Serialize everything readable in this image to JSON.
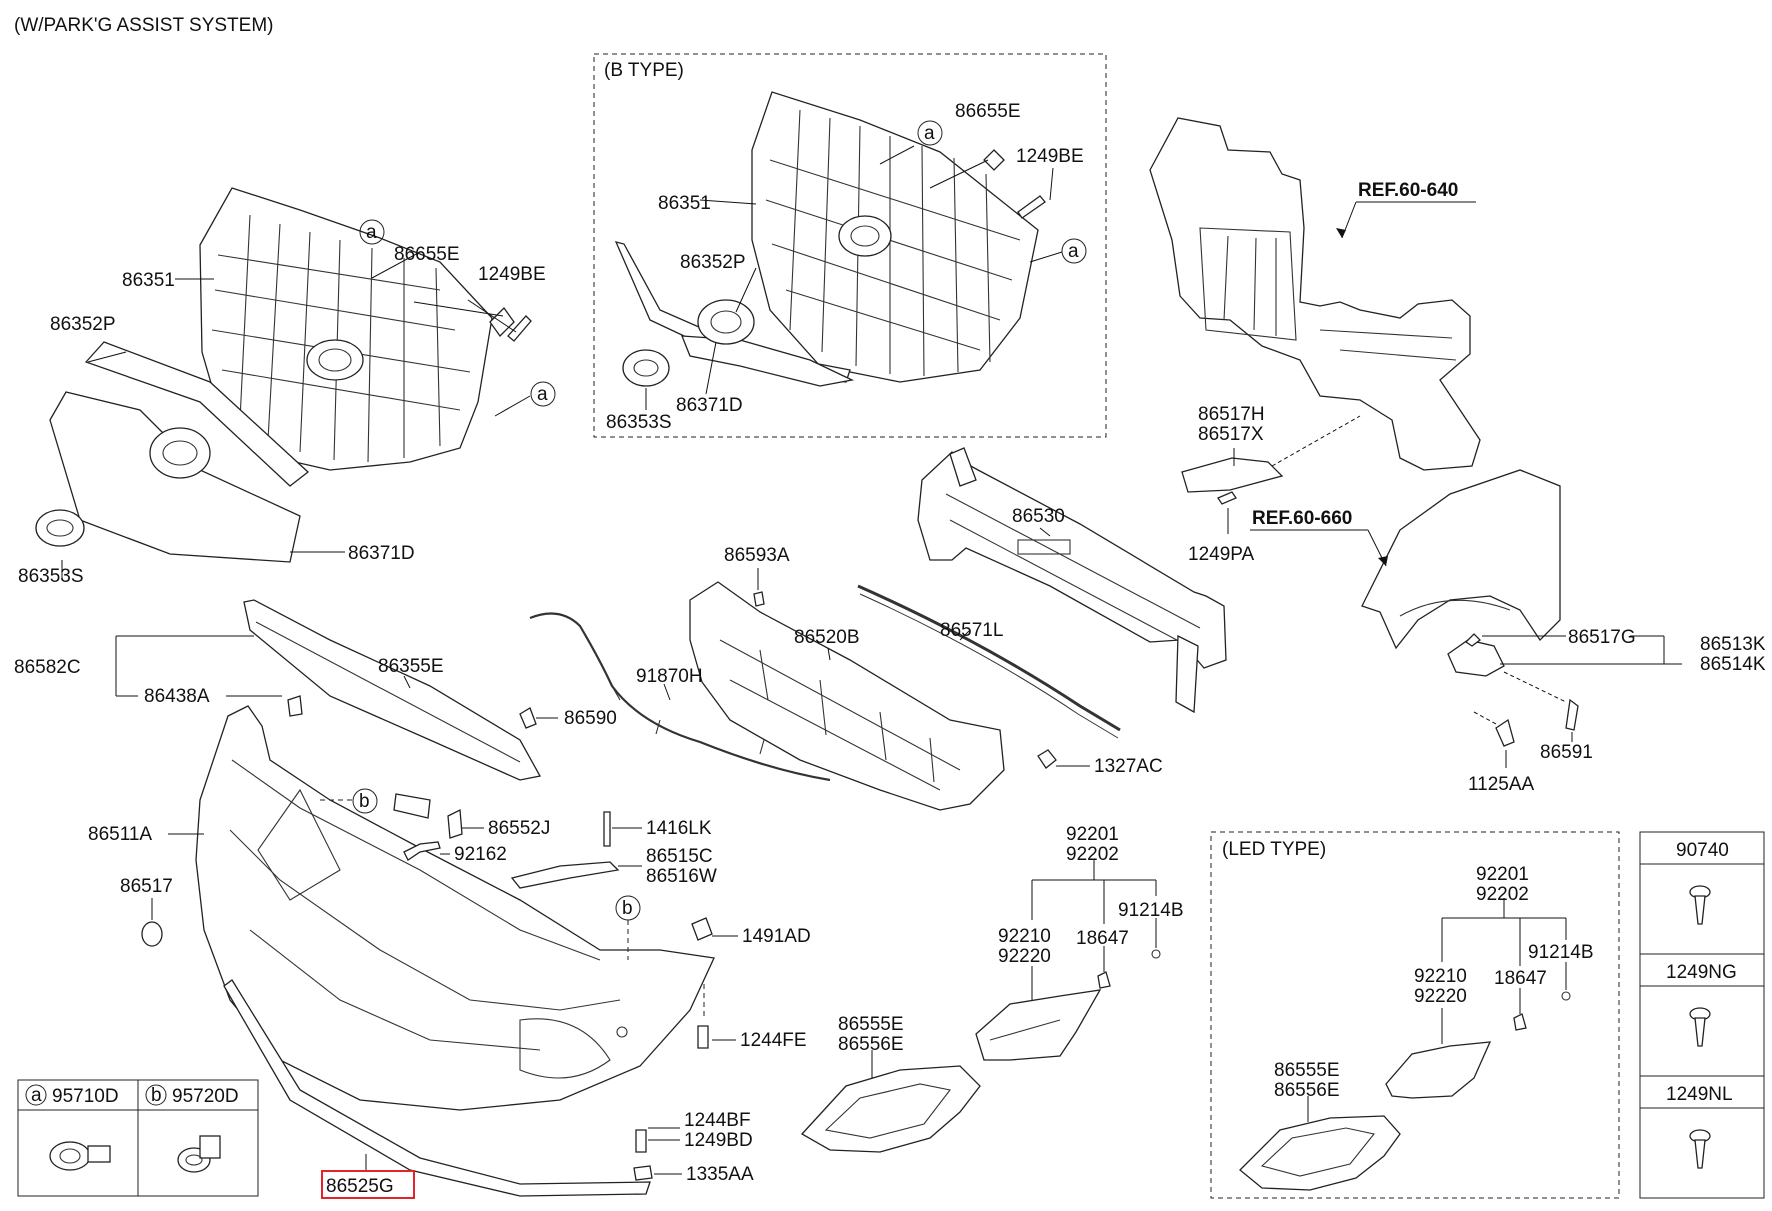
{
  "header": {
    "title": "(W/PARK'G ASSIST SYSTEM)"
  },
  "insets": {
    "b_type": "(B TYPE)",
    "led_type": "(LED TYPE)"
  },
  "refs": {
    "ref_640": "REF.60-640",
    "ref_660": "REF.60-660"
  },
  "callouts": {
    "a": "a",
    "b": "b"
  },
  "labels": {
    "p86351": "86351",
    "p86655E": "86655E",
    "p1249BE": "1249BE",
    "p86352P": "86352P",
    "p86353S": "86353S",
    "p86371D": "86371D",
    "b86351": "86351",
    "b86655E": "86655E",
    "b1249BE": "1249BE",
    "b86352P": "86352P",
    "b86353S": "86353S",
    "b86371D": "86371D",
    "p86517H": "86517H",
    "p86517X": "86517X",
    "p1249PA": "1249PA",
    "p86530": "86530",
    "p86593A": "86593A",
    "p86520B": "86520B",
    "p86571L": "86571L",
    "p91870H": "91870H",
    "p86582C": "86582C",
    "p86355E": "86355E",
    "p86438A": "86438A",
    "p86590": "86590",
    "p1327AC": "1327AC",
    "p86517G": "86517G",
    "p86513K": "86513K",
    "p86514K": "86514K",
    "p86591": "86591",
    "p1125AA": "1125AA",
    "p86511A": "86511A",
    "p86552J": "86552J",
    "p92162": "92162",
    "p1416LK": "1416LK",
    "p86515C": "86515C",
    "p86516W": "86516W",
    "p86517": "86517",
    "p1491AD": "1491AD",
    "p1244FE": "1244FE",
    "p1244BF": "1244BF",
    "p1249BD": "1249BD",
    "p1335AA": "1335AA",
    "p86525G": "86525G",
    "p92201": "92201",
    "p92202": "92202",
    "p91214B": "91214B",
    "p92210": "92210",
    "p92220": "92220",
    "p18647": "18647",
    "p86555E": "86555E",
    "p86556E": "86556E",
    "l92201": "92201",
    "l92202": "92202",
    "l91214B": "91214B",
    "l92210": "92210",
    "l92220": "92220",
    "l18647": "18647",
    "l86555E": "86555E",
    "l86556E": "86556E"
  },
  "legend": {
    "a_part": "95710D",
    "b_part": "95720D"
  },
  "fasteners": {
    "f1": "90740",
    "f2": "1249NG",
    "f3": "1249NL"
  },
  "highlight_color": "#e0262a"
}
